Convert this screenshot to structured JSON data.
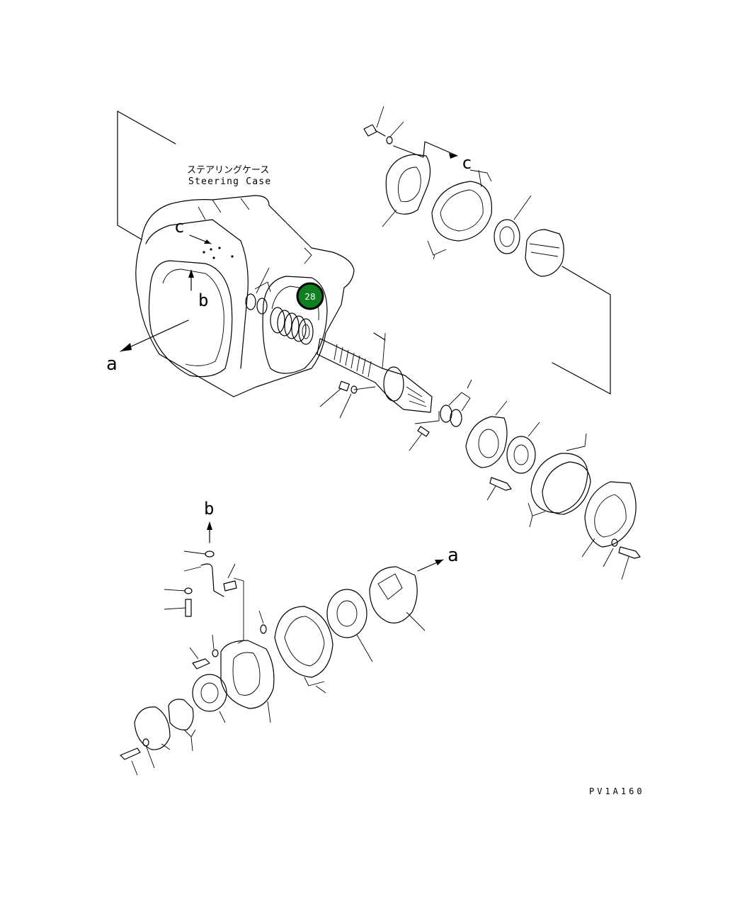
{
  "labels": {
    "case_jp": "ステアリングケース",
    "case_en": "Steering Case",
    "drawing_code": "PV1A160",
    "letters": {
      "a": "a",
      "b": "b",
      "c": "c"
    }
  },
  "marker": {
    "number": "28",
    "color": "#0f7f1f"
  }
}
